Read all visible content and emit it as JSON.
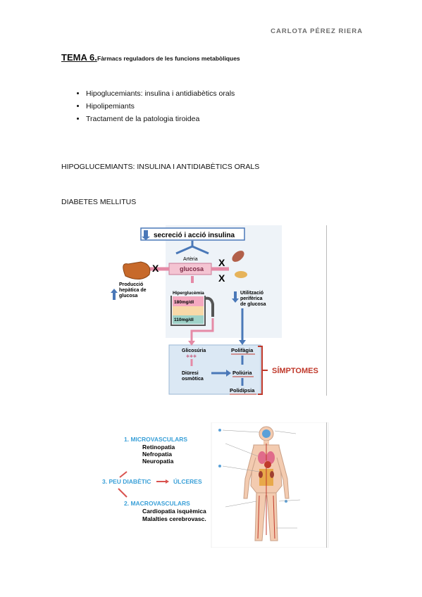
{
  "header": {
    "author": "CARLOTA PÉREZ RIERA"
  },
  "title": {
    "tema": "TEMA 6.",
    "subtitle": "Fàrmacs reguladors de les funcions metabòliques"
  },
  "topics": [
    "Hipoglucemiants: insulina i antidiabètics orals",
    "Hipolipemiants",
    "Tractament de la patologia tiroidea"
  ],
  "section_title": "HIPOGLUCEMIANTS: INSULINA I ANTIDIABÈTICS ORALS",
  "subsection_title": "DIABETES MELLITUS",
  "diagram1": {
    "top_box": "secreció i acció insulina",
    "arteria": "Artèria",
    "glucosa": "glucosa",
    "produccio": [
      "Producció",
      "hepàtica de",
      "glucosa"
    ],
    "utilitzacio": [
      "Utilització",
      "perifèrica",
      "de glucosa"
    ],
    "hiperglucemia": "Hiperglucèmia",
    "level_high": "180mg/dl",
    "level_low": "110mg/dl",
    "glicosuria": "Glicosúria",
    "diuresi": [
      "Diüresi",
      "osmòtica"
    ],
    "polifagia": "Polifàgia",
    "poliuria": "Poliúria",
    "polidipsia": "Polidípsia",
    "simptomes": "SÍMPTOMES",
    "colors": {
      "blue_arrow": "#4a78b8",
      "pink": "#e58aa6",
      "symptoms_red": "#c0392b"
    }
  },
  "diagram2": {
    "micro_title": "1. MICROVASCULARS",
    "micro_items": [
      "Retinopatia",
      "Nefropatia",
      "Neuropatia"
    ],
    "peu": "3. PEU DIABÈTIC",
    "ulceres": "ÚLCERES",
    "macro_title": "2. MACROVASCULARS",
    "macro_items": [
      "Cardiopatia isquèmica",
      "Malalties cerebrovasc."
    ],
    "colors": {
      "title_blue": "#3aa0d8",
      "arrow_red": "#d9534f"
    }
  }
}
